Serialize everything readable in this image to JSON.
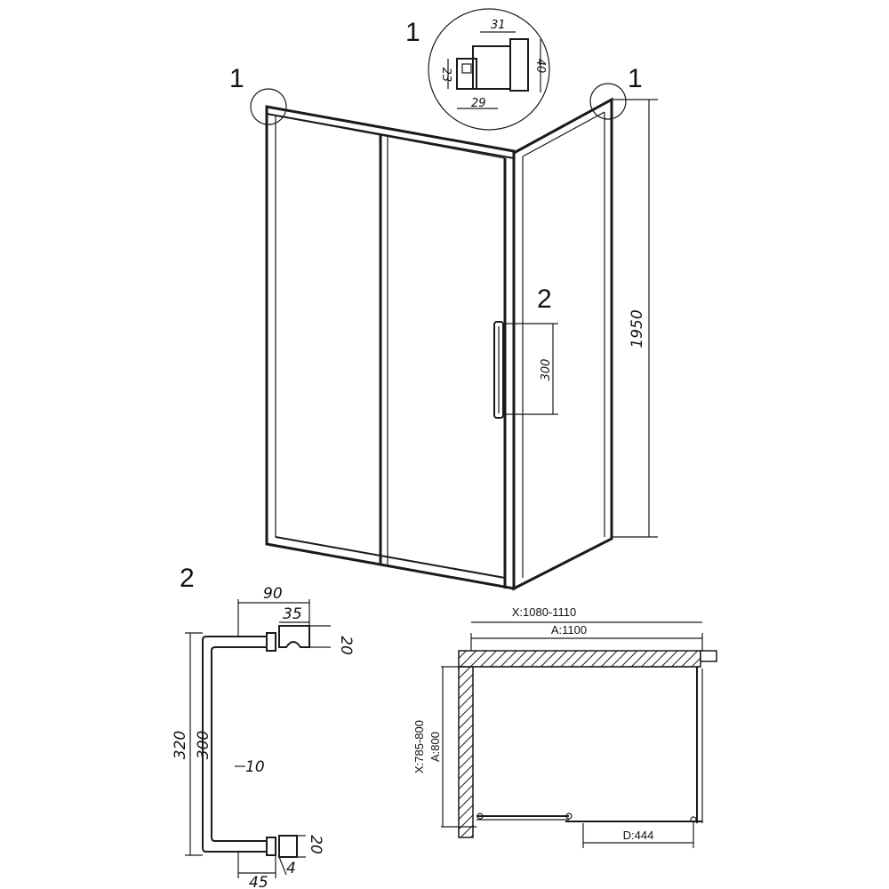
{
  "callouts": {
    "corner_left": "1",
    "corner_right": "1",
    "profile_detail": "1",
    "handle": "2",
    "handle_detail": "2"
  },
  "profile_dims": {
    "top_width": "31",
    "height": "40",
    "left_height": "23",
    "bottom_width": "29"
  },
  "enclosure_dims": {
    "height": "1950",
    "handle_height": "300"
  },
  "handle_dims": {
    "overall_width": "90",
    "bracket_width": "35",
    "bracket_height_top": "20",
    "outer_length": "320",
    "inner_length": "300",
    "bar_thickness": "10",
    "bracket_height_bottom": "20",
    "base_width": "45",
    "base_offset": "4"
  },
  "plan_dims": {
    "width_range": "X:1080-1110",
    "width_nominal": "A:1100",
    "depth_range": "X:785-800",
    "depth_nominal": "A:800",
    "door_opening": "D:444"
  },
  "colors": {
    "line": "#1a1a1a",
    "background": "#ffffff"
  }
}
